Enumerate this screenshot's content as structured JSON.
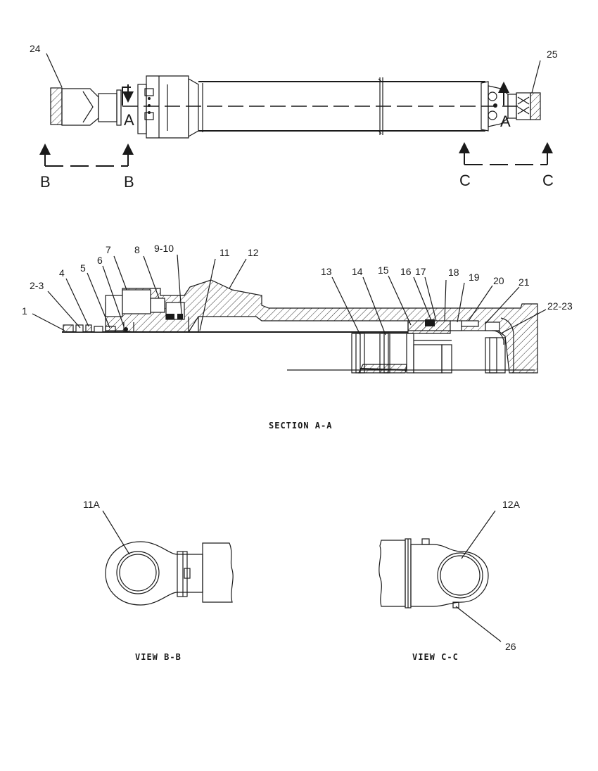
{
  "top_view": {
    "section_markers": {
      "left": "A",
      "right": "A"
    },
    "view_markers": {
      "b_left": "B",
      "b_right": "B",
      "c_left": "C",
      "c_right": "C"
    },
    "callouts": {
      "c24": "24",
      "c25": "25"
    }
  },
  "section_aa": {
    "callouts": {
      "c1": "1",
      "c2_3": "2-3",
      "c4": "4",
      "c5": "5",
      "c6": "6",
      "c7": "7",
      "c8": "8",
      "c9_10": "9-10",
      "c11": "11",
      "c12": "12",
      "c13": "13",
      "c14": "14",
      "c15": "15",
      "c16": "16",
      "c17": "17",
      "c18": "18",
      "c19": "19",
      "c20": "20",
      "c21": "21",
      "c22_23": "22-23"
    },
    "caption": "SECTION A-A"
  },
  "view_bb": {
    "callout": "11A",
    "caption": "VIEW B-B"
  },
  "view_cc": {
    "callout_top": "12A",
    "callout_bottom": "26",
    "caption": "VIEW C-C"
  }
}
